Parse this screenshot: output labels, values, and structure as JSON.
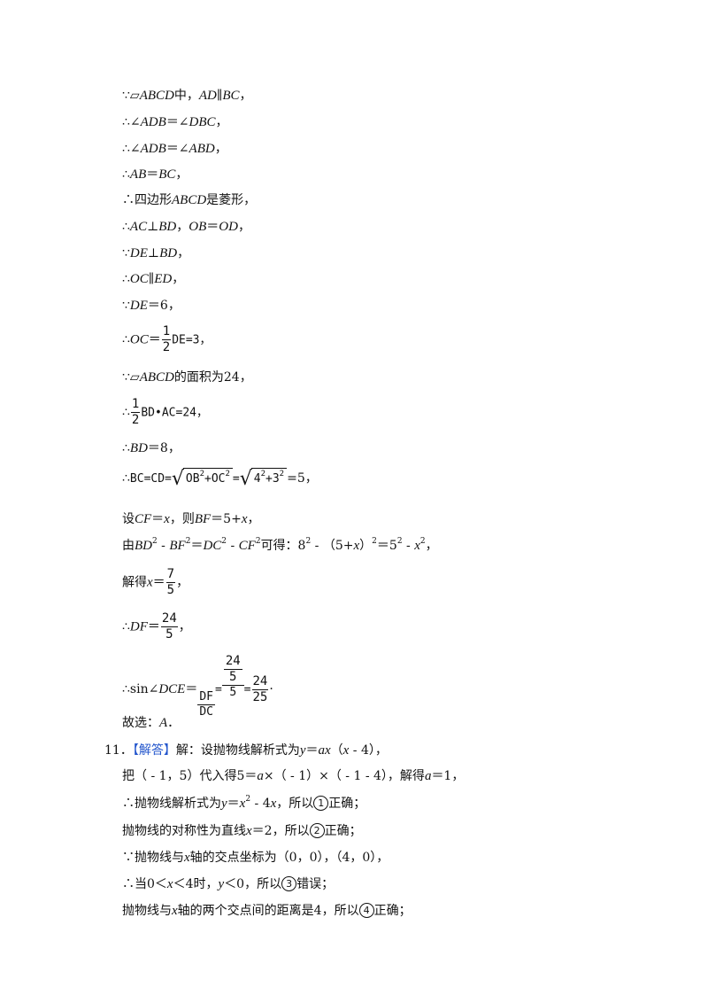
{
  "lines": {
    "l1": "∵▱ABCD中，AD∥BC，",
    "l2": "∴∠ADB＝∠DBC，",
    "l3": "∴∠ADB＝∠ABD，",
    "l4": "∴AB＝BC，",
    "l5": "∴四边形ABCD是菱形，",
    "l6": "∴AC⊥BD，OB＝OD，",
    "l7": "∵DE⊥BD，",
    "l8": "∴OC∥ED，",
    "l9": "∵DE＝6，",
    "l10_prefix": "∴OC＝",
    "l10_suffix": "DE=3，",
    "l11": "∵▱ABCD的面积为24，",
    "l12_prefix": "∴",
    "l12_suffix": "BD•AC=24，",
    "l13": "∴BD＝8，",
    "l14_prefix": "∴BC=CD=",
    "l14_mid": "=",
    "l14_suffix": "=5，",
    "l15": "设CF＝x，则BF＝5+x，",
    "l16": "由BD² - BF²＝DC² - CF²可得：8² - （5+x）²＝5² - x²，",
    "l17_prefix": "解得x＝",
    "l18_prefix": "∴DF＝",
    "l19_prefix": "∴sin∠DCE＝",
    "l20": "故选：A．",
    "q11_num": "11．",
    "q11_tag": "【解答】",
    "q11_text": "解：设抛物线解析式为y＝ax（x - 4），",
    "l21": "把（ - 1，5）代入得5＝a×（ - 1）×（ - 1 - 4），解得a＝1，",
    "l22": "∴抛物线解析式为y＝x² - 4x，所以①正确；",
    "l23": "抛物线的对称性为直线x＝2，所以②正确；",
    "l24": "∵抛物线与x轴的交点坐标为（0，0），（4，0），",
    "l25": "∴当0＜x＜4时，y＜0，所以③错误；",
    "l26": "抛物线与x轴的两个交点间的距离是4，所以④正确；"
  },
  "fractions": {
    "half_num": "1",
    "half_den": "2",
    "x_num": "7",
    "x_den": "5",
    "df_num": "24",
    "df_den": "5",
    "sin_inner_num": "24",
    "sin_inner_den": "5",
    "sin_inner_outer_den": "5",
    "df_label": "DF",
    "dc_label": "DC",
    "result_num": "24",
    "result_den": "25"
  },
  "roots": {
    "r1": "OB²+OC²",
    "r2": "4²+3²"
  }
}
